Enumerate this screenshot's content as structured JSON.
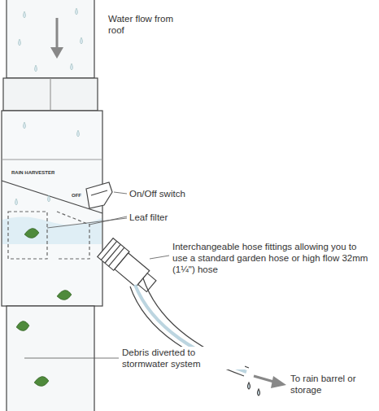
{
  "diagram": {
    "labels": [
      "Water flow from roof",
      "On/Off switch",
      "Leaf filter",
      "Interchangeable hose fittings allowing you to use a standard garden hose or high flow 32mm (1¼\") hose",
      "Debris diverted to stormwater system",
      "To rain barrel or storage",
      "RAIN HARVESTER",
      "OFF"
    ]
  }
}
